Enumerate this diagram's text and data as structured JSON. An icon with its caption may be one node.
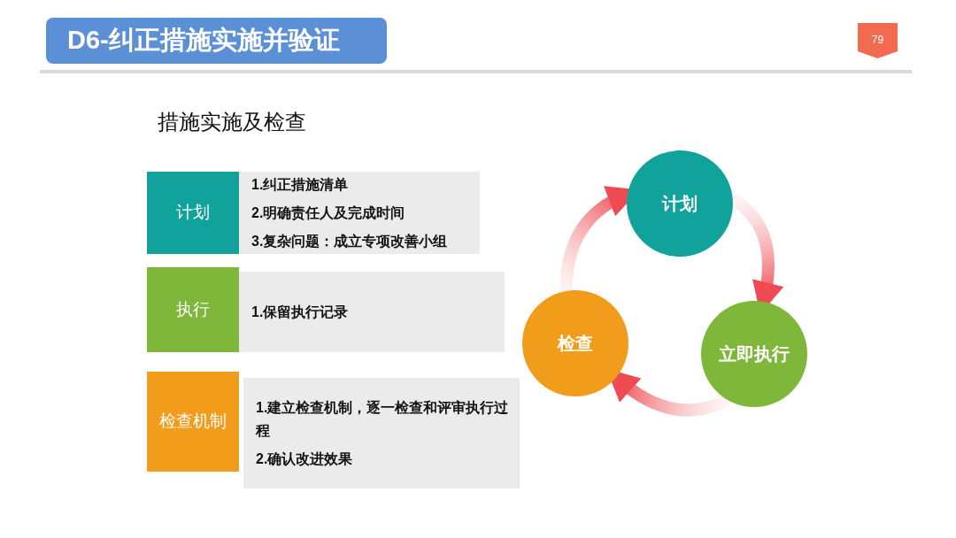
{
  "diagram": {
    "title": "D6-纠正措施实施并验证",
    "nodes": [
      {
        "text": [
          "计划"
        ]
      },
      {
        "text": [
          "1.纠正措施清单",
          "2.明确责任人及完成时间",
          "3.复杂问题：成立专项改善小组"
        ]
      },
      {
        "text": [
          "执行"
        ]
      },
      {
        "text": [
          "1.保留执行记录"
        ]
      },
      {
        "text": [
          "检查机制"
        ]
      },
      {
        "text": [
          "1.建立检查机制，逐一检查和评审执行过程",
          "2.确认改进效果"
        ]
      },
      {
        "text": [
          "计划"
        ]
      },
      {
        "text": [
          "立即执行"
        ]
      },
      {
        "text": [
          "检查"
        ]
      }
    ],
    "edges": [
      {
        "from": 6,
        "to": 7,
        "arrow": "to"
      },
      {
        "from": 7,
        "to": 8,
        "arrow": "to"
      },
      {
        "from": 8,
        "to": 6,
        "arrow": "to"
      }
    ],
    "labels": [
      "79",
      "措施实施及检查"
    ]
  }
}
